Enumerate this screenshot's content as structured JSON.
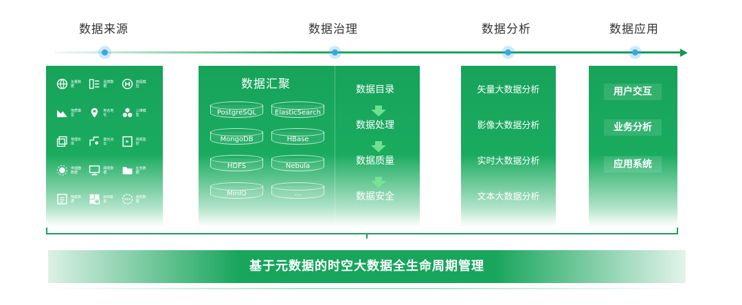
{
  "stages": [
    "数据来源",
    "数据治理",
    "数据分析",
    "数据应用"
  ],
  "sources": [
    {
      "icon": "globe-icon",
      "text": "矢量数据"
    },
    {
      "icon": "list-icon",
      "text": "遥感数据"
    },
    {
      "icon": "elevation-icon",
      "text": "高程模型"
    },
    {
      "icon": "mountain-icon",
      "text": "地质模型"
    },
    {
      "icon": "location-pin-icon",
      "text": "地名地址"
    },
    {
      "icon": "cubes-icon",
      "text": "三维模型"
    },
    {
      "icon": "layers-icon",
      "text": "地理实体"
    },
    {
      "icon": "point-cloud-icon",
      "text": "激光点云"
    },
    {
      "icon": "monitor-doc-icon",
      "text": "视频监控"
    },
    {
      "icon": "sensor-icon",
      "text": "传感器数据"
    },
    {
      "icon": "screen-icon",
      "text": "网络数据"
    },
    {
      "icon": "folder-icon",
      "text": "业务数据"
    },
    {
      "icon": "document-icon",
      "text": "档案数据"
    },
    {
      "icon": "bim-icon",
      "text": "BIM模型"
    },
    {
      "icon": "more-icon",
      "text": "其他数据"
    }
  ],
  "governance": {
    "title": "数据汇聚",
    "databases": [
      "PostgreSQL",
      "ElasticSearch",
      "MongoDB",
      "HBase",
      "HDFS",
      "Nebula",
      "MinIO",
      "..."
    ],
    "steps": [
      "数据目录",
      "数据处理",
      "数据质量",
      "数据安全"
    ]
  },
  "analysis": [
    "矢量大数据分析",
    "影像大数据分析",
    "实时大数据分析",
    "文本大数据分析"
  ],
  "applications": [
    "用户交互",
    "业务分析",
    "应用系统"
  ],
  "banner": "基于元数据的时空大数据全生命周期管理",
  "colors": {
    "primary": "#18a55c",
    "timeline_dot": "#3aa6e6"
  }
}
